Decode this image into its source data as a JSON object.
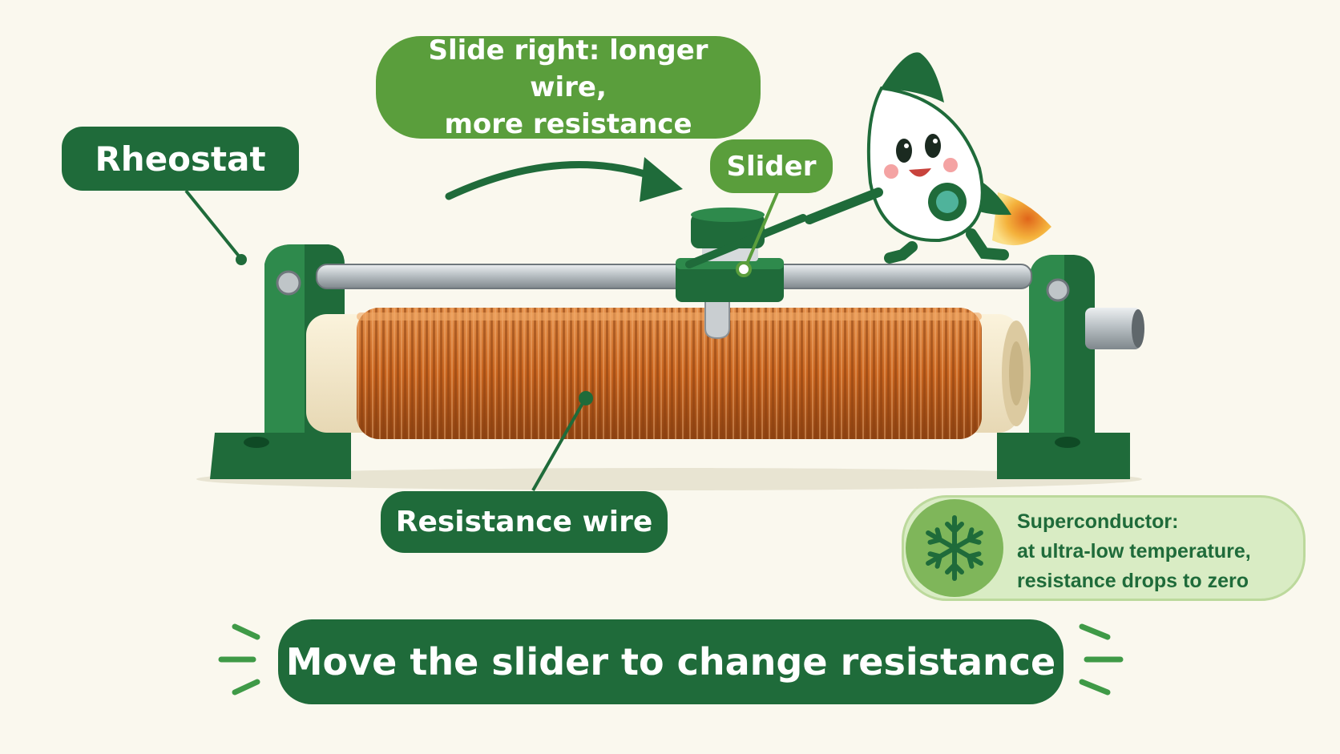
{
  "labels": {
    "rheostat": "Rheostat",
    "slide_right_line1": "Slide right: longer wire,",
    "slide_right_line2": "more resistance",
    "slider": "Slider",
    "resistance_wire": "Resistance wire"
  },
  "superconductor": {
    "line1": "Superconductor:",
    "line2": "at ultra-low temperature,",
    "line3": "resistance drops to zero",
    "icon": "snowflake-icon"
  },
  "banner": {
    "text": "Move the slider to change resistance"
  },
  "colors": {
    "dark_green": "#1f6b3a",
    "light_green": "#5a9e3c",
    "copper": "#c8641e",
    "background": "#faf8ee"
  }
}
